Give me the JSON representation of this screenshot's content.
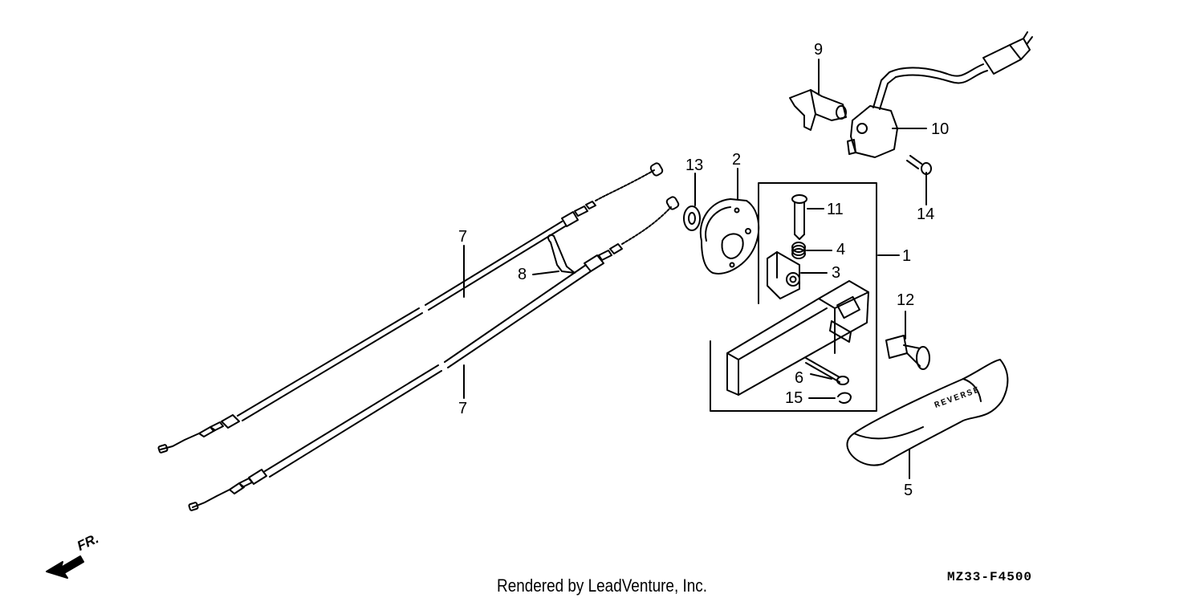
{
  "diagram": {
    "code": "MZ33-F4500",
    "credit": "Rendered by LeadVenture, Inc.",
    "direction_label": "FR.",
    "lever_text": "REVERSE",
    "callouts": {
      "c1": "1",
      "c2": "2",
      "c3": "3",
      "c4": "4",
      "c5": "5",
      "c6": "6",
      "c7a": "7",
      "c7b": "7",
      "c8": "8",
      "c9": "9",
      "c10": "10",
      "c11": "11",
      "c12": "12",
      "c13": "13",
      "c14": "14",
      "c15": "15"
    }
  }
}
